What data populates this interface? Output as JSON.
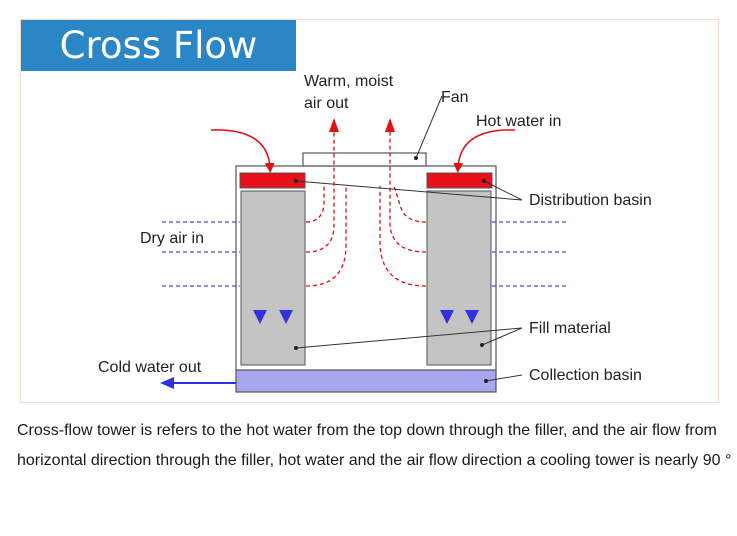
{
  "title": "Cross Flow",
  "labels": {
    "warm_air_out_line1": "Warm, moist",
    "warm_air_out_line2": "air out",
    "fan": "Fan",
    "hot_water_in": "Hot water in",
    "distribution_basin": "Distribution basin",
    "dry_air_in": "Dry air in",
    "fill_material": "Fill material",
    "cold_water_out": "Cold water out",
    "collection_basin": "Collection basin"
  },
  "caption": "Cross-flow tower is refers to the hot water from the top down through the filler, and the air flow from horizontal direction through the filler, hot water and the air flow direction a cooling tower is nearly 90 °",
  "colors": {
    "banner": "#2a86c4",
    "distribution_basin": "#e8101a",
    "fill": "#c4c4c4",
    "collection_basin": "#a7a7ee",
    "water_arrow": "#3030e0",
    "air_arrow": "#d11"
  }
}
